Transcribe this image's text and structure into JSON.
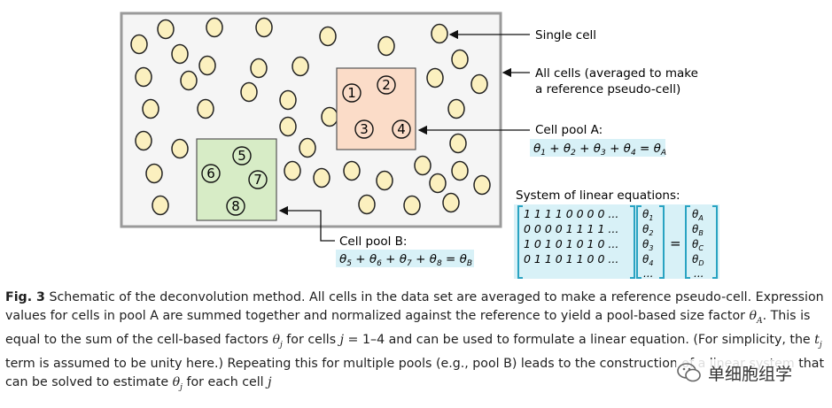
{
  "figure": {
    "labels": {
      "single_cell": "Single cell",
      "all_cells_line1": "All cells (averaged to make",
      "all_cells_line2": "a reference pseudo-cell)",
      "pool_a": "Cell pool A:",
      "pool_b": "Cell pool B:",
      "system_title": "System of linear equations:"
    },
    "pool_a_cells": [
      "1",
      "2",
      "3",
      "4"
    ],
    "pool_b_cells": [
      "5",
      "6",
      "7",
      "8"
    ],
    "matrix_rows": [
      "1 1 1 1 0 0 0 0 ...",
      "0 0 0 0 1 1 1 1 ...",
      "1 0 1 0 1 0 1 0 ...",
      "0 1 1 0 1 1 0 0 ..."
    ],
    "theta_vector": [
      "θ1",
      "θ2",
      "θ3",
      "θ4",
      "..."
    ],
    "rhs_vector": [
      "θA",
      "θB",
      "θC",
      "θD",
      "..."
    ],
    "colors": {
      "cell_fill": "#fbf0bf",
      "pool_a_fill": "#fbdcc8",
      "pool_b_fill": "#d7ecc6",
      "highlight": "#d8f1f7",
      "bracket": "#29a3c2",
      "background_box": "#f5f5f5"
    }
  },
  "caption": {
    "label": "Fig. 3",
    "text": "Schematic of the deconvolution method. All cells in the data set are averaged to make a reference pseudo-cell. Expression values for cells in pool A are summed together and normalized against the reference to yield a pool-based size factor θA. This is equal to the sum of the cell-based factors θj for cells j = 1–4 and can be used to formulate a linear equation. (For simplicity, the tj term is assumed to be unity here.) Repeating this for multiple pools (e.g., pool B) leads to the construction of a linear system that can be solved to estimate θj for each cell j"
  },
  "watermark": {
    "icon": "wechat-icon",
    "text": "单细胞组学"
  }
}
